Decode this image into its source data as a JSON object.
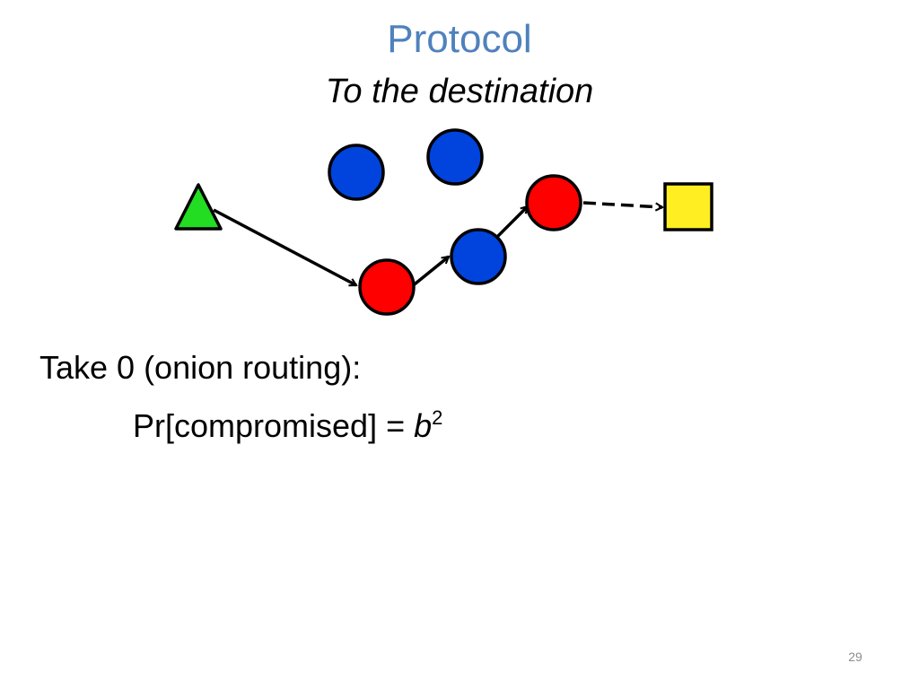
{
  "slide": {
    "title": "Protocol",
    "subtitle": "To the destination",
    "body_line1": "Take 0 (onion routing):",
    "body_line2_prefix": "Pr[compromised] = ",
    "body_line2_var": "b",
    "body_line2_exp": "2",
    "page_number": "29"
  },
  "colors": {
    "title": "#4f81bd",
    "source_green": "#22dd22",
    "router_blue": "#0044dd",
    "router_red": "#ff0000",
    "destination_yellow": "#ffee22",
    "outline": "#000000"
  },
  "diagram": {
    "source": "green-triangle",
    "routers": [
      "blue",
      "blue",
      "red",
      "blue",
      "red"
    ],
    "destination": "yellow-square",
    "path": [
      "source",
      "red-router-1",
      "blue-router-3",
      "red-router-2",
      "destination"
    ],
    "final_link": "dashed"
  }
}
